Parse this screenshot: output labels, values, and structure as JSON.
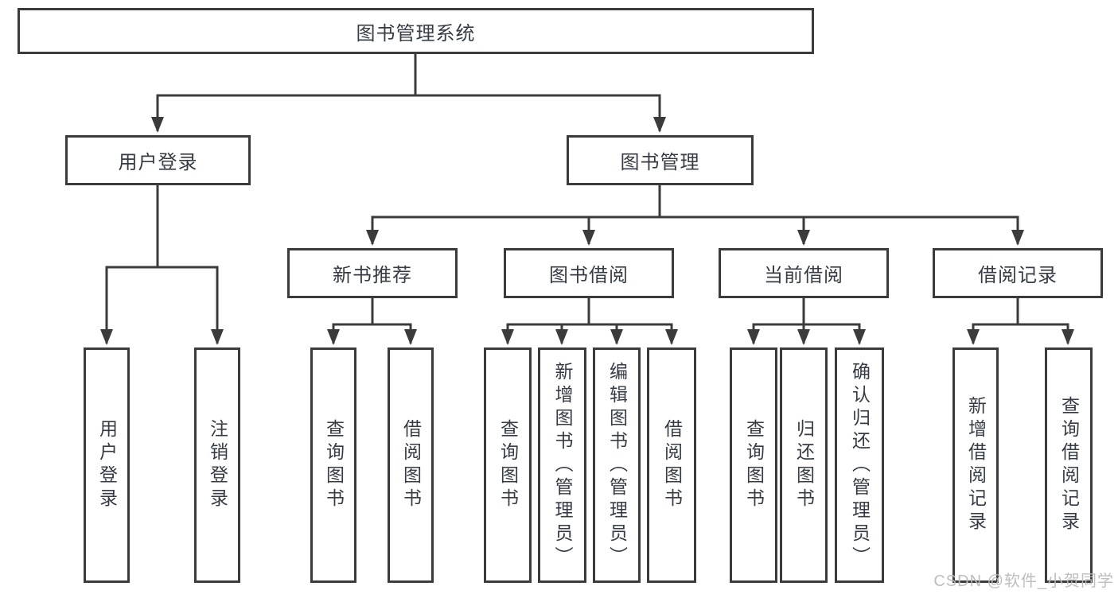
{
  "watermark": "CSDN @软件_小贺同学",
  "colors": {
    "line": "#3b3b3b",
    "text": "#363b45",
    "watermark": "#babac0",
    "background": "#ffffff"
  },
  "nodes": {
    "root": {
      "label": "图书管理系统"
    },
    "user_login": {
      "label": "用户登录"
    },
    "book_mgmt": {
      "label": "图书管理"
    },
    "new_book_rec": {
      "label": "新书推荐"
    },
    "book_borrow": {
      "label": "图书借阅"
    },
    "current_borrow": {
      "label": "当前借阅"
    },
    "borrow_records": {
      "label": "借阅记录"
    },
    "user_login_leaf": {
      "label": "用户登录"
    },
    "logout_leaf": {
      "label": "注销登录"
    },
    "rec_query_leaf": {
      "label": "查询图书"
    },
    "rec_borrow_leaf": {
      "label": "借阅图书"
    },
    "bor_query_leaf": {
      "label": "查询图书"
    },
    "bor_add_leaf": {
      "label": "新增图书（管理员）"
    },
    "bor_edit_leaf": {
      "label": "编辑图书（管理员）"
    },
    "bor_borrow_leaf": {
      "label": "借阅图书"
    },
    "cur_query_leaf": {
      "label": "查询图书"
    },
    "cur_return_leaf": {
      "label": "归还图书"
    },
    "cur_confirm_leaf": {
      "label": "确认归还（管理员）"
    },
    "recs_add_leaf": {
      "label": "新增借阅记录"
    },
    "recs_query_leaf": {
      "label": "查询借阅记录"
    }
  },
  "hierarchy": [
    {
      "parent": "图书管理系统",
      "children": [
        "用户登录",
        "图书管理"
      ]
    },
    {
      "parent": "用户登录",
      "children": [
        "用户登录",
        "注销登录"
      ]
    },
    {
      "parent": "图书管理",
      "children": [
        "新书推荐",
        "图书借阅",
        "当前借阅",
        "借阅记录"
      ]
    },
    {
      "parent": "新书推荐",
      "children": [
        "查询图书",
        "借阅图书"
      ]
    },
    {
      "parent": "图书借阅",
      "children": [
        "查询图书",
        "新增图书（管理员）",
        "编辑图书（管理员）",
        "借阅图书"
      ]
    },
    {
      "parent": "当前借阅",
      "children": [
        "查询图书",
        "归还图书",
        "确认归还（管理员）"
      ]
    },
    {
      "parent": "借阅记录",
      "children": [
        "新增借阅记录",
        "查询借阅记录"
      ]
    }
  ]
}
